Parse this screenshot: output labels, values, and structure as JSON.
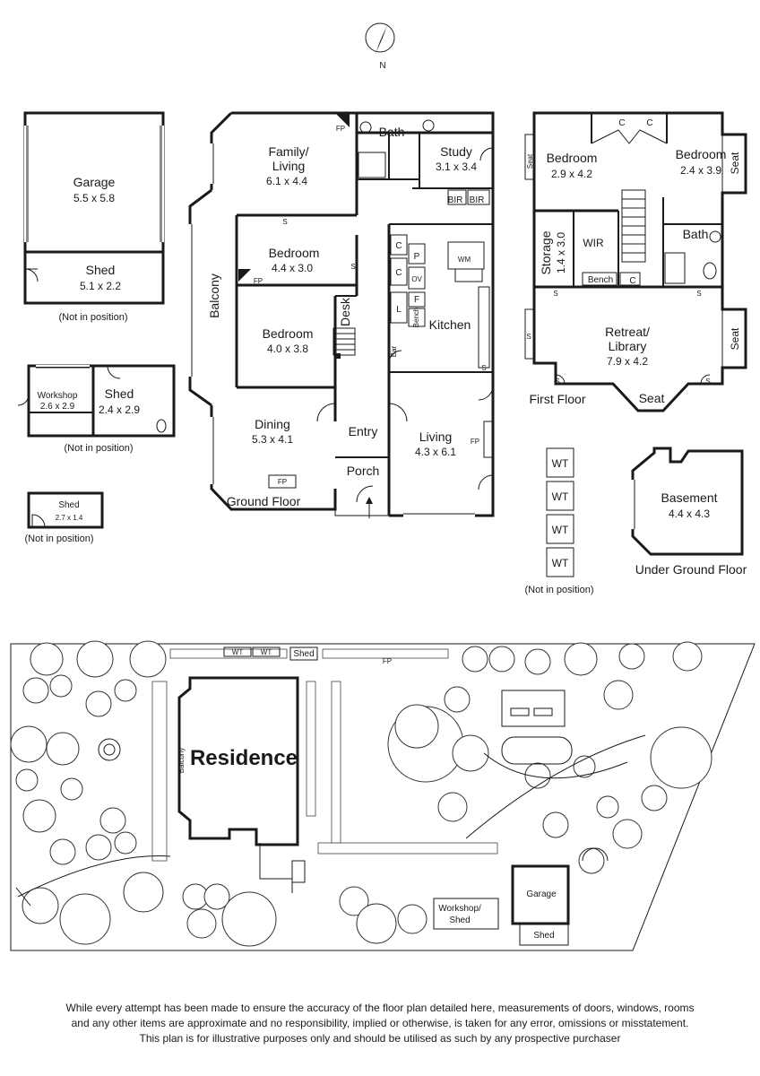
{
  "compass": {
    "label": "N"
  },
  "outbuildings": {
    "garage": {
      "name": "Garage",
      "dim": "5.5 x 5.8"
    },
    "shed1": {
      "name": "Shed",
      "dim": "5.1 x 2.2"
    },
    "not_in_position_1": "(Not in position)",
    "workshop": {
      "name": "Workshop",
      "dim": "2.6 x 2.9"
    },
    "shed2": {
      "name": "Shed",
      "dim": "2.4 x 2.9"
    },
    "not_in_position_2": "(Not in position)",
    "shed3": {
      "name": "Shed",
      "dim": "2.7 x 1.4"
    },
    "not_in_position_3": "(Not in position)"
  },
  "ground_floor": {
    "label": "Ground Floor",
    "family": {
      "name1": "Family/",
      "name2": "Living",
      "dim": "6.1 x 4.4"
    },
    "bath": "Bath",
    "study": {
      "name": "Study",
      "dim": "3.1 x 3.4"
    },
    "bir1": "BIR",
    "bir2": "BIR",
    "bedroom1": {
      "name": "Bedroom",
      "dim": "4.4 x 3.0"
    },
    "bedroom2": {
      "name": "Bedroom",
      "dim": "4.0 x 3.8"
    },
    "desk": "Desk",
    "balcony": "Balcony",
    "dining": {
      "name": "Dining",
      "dim": "5.3 x 4.1"
    },
    "entry": "Entry",
    "porch": "Porch",
    "living": {
      "name": "Living",
      "dim": "4.3 x 6.1"
    },
    "kitchen": "Kitchen",
    "c1": "C",
    "c2": "C",
    "p": "P",
    "ov": "OV",
    "f": "F",
    "l": "L",
    "bench": "Bench",
    "bar": "Bar",
    "wm": "WM",
    "fp1": "FP",
    "fp2": "FP",
    "fp3": "FP",
    "fp4": "FP",
    "s1": "S",
    "s2": "S",
    "s3": "S"
  },
  "first_floor": {
    "label": "First Floor",
    "bedroom1": {
      "name": "Bedroom",
      "dim": "2.9 x 4.2"
    },
    "bedroom2": {
      "name": "Bedroom",
      "dim": "2.4 x 3.9"
    },
    "seat1": "Seat",
    "seat2": "Seat",
    "seat3": "Seat",
    "seat4": "Seat",
    "c1": "C",
    "c2": "C",
    "c3": "C",
    "storage": {
      "name": "Storage",
      "dim": "1.4 x 3.0"
    },
    "wir": "WIR",
    "bath": "Bath",
    "bench": "Bench",
    "retreat": {
      "name1": "Retreat/",
      "name2": "Library",
      "dim": "7.9 x 4.2"
    },
    "s1": "S",
    "s2": "S",
    "s3": "S",
    "s4": "S",
    "s5": "S"
  },
  "tanks": {
    "labels": [
      "WT",
      "WT",
      "WT",
      "WT"
    ],
    "note": "(Not in position)"
  },
  "basement": {
    "name": "Basement",
    "dim": "4.4 x 4.3",
    "label": "Under Ground Floor"
  },
  "site": {
    "residence": "Residence",
    "balcony": "Balcony",
    "wt1": "WT",
    "wt2": "WT",
    "shed": "Shed",
    "fp": "FP",
    "garage": "Garage",
    "shed2": "Shed",
    "workshop1": "Workshop/",
    "workshop2": "Shed"
  },
  "disclaimer": {
    "line1": "While every attempt has been made to ensure the accuracy of the floor plan detailed here, measurements of doors, windows, rooms",
    "line2": "and any other items are approximate and no responsibility, implied or otherwise, is taken for any error, omissions or misstatement.",
    "line3": "This plan is for illustrative purposes only and should be utilised as such by any prospective purchaser"
  }
}
